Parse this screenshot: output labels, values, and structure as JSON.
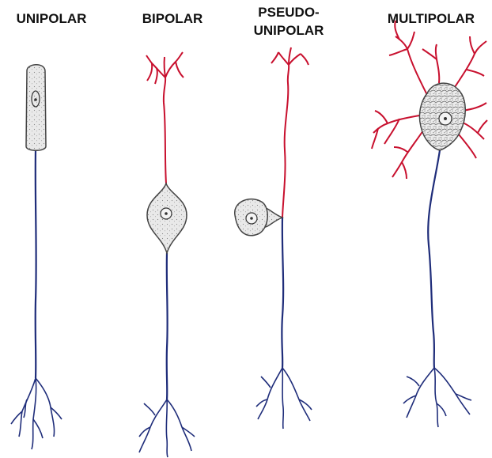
{
  "labels": {
    "unipolar": "UNIPOLAR",
    "bipolar": "BIPOLAR",
    "pseudo_line1": "PSEUDO-",
    "pseudo_line2": "UNIPOLAR",
    "multipolar": "MULTIPOLAR"
  },
  "colors": {
    "dendrite": "#c8102e",
    "axon": "#1f2d7a",
    "soma_fill": "#e9e9e9",
    "soma_stroke": "#444444",
    "text": "#111111"
  }
}
